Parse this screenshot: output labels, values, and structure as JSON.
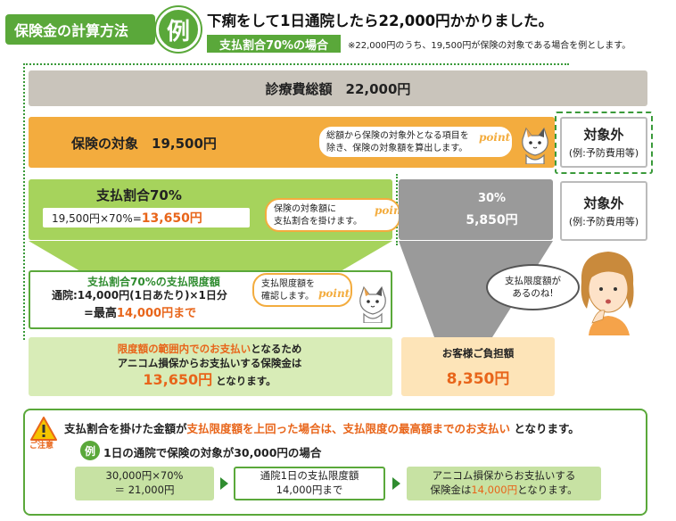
{
  "header": {
    "tab_label": "保険金の計算方法",
    "example_badge": "例",
    "title": "下痢をして1日通院したら22,000円かかりました。",
    "rate_tag": "支払割合70%の場合",
    "note": "※22,000円のうち、19,500円が保険の対象である場合を例とします。"
  },
  "total": {
    "label": "診療費総額　22,000円"
  },
  "covered": {
    "label": "保険の対象　19,500円",
    "bubble_line1": "総額から保険の対象外となる項目を",
    "bubble_line2": "除き、保険の対象額を算出します。",
    "point": "point"
  },
  "excluded": {
    "main": "対象外",
    "sub": "(例:予防費用等)"
  },
  "rate": {
    "label": "支払割合70%",
    "formula": "19,500円×70%=",
    "formula_result": "13,650円",
    "bubble_line1": "保険の対象額に",
    "bubble_line2": "支払割合を掛けます。",
    "point": "point"
  },
  "selfpay": {
    "percent": "30%",
    "amount": "5,850円"
  },
  "limit": {
    "title": "支払割合70%の支払限度額",
    "line1": "通院:14,000円(1日あたり)×1日分",
    "line2_prefix": "=最高",
    "line2_amount": "14,000円まで",
    "bubble_line1": "支払限度額を",
    "bubble_line2": "確認します。",
    "point": "point"
  },
  "speech": {
    "line1": "支払限度額が",
    "line2": "あるのね!"
  },
  "result": {
    "line1_highlight": "限度額の範囲内でのお支払い",
    "line1_rest": "となるため",
    "line2": "アニコム損保からお支払いする保険金は",
    "amount": "13,650円",
    "line3_rest": "となります。"
  },
  "payer": {
    "label": "お客様ご負担額",
    "amount": "8,350円"
  },
  "caution": {
    "icon_label": "ご注意",
    "text_a": "支払割合を掛けた金額が",
    "text_b": "支払限度額を上回った場合は、支払限度の最高額までのお支払い",
    "text_c": "となります。",
    "case_badge": "例",
    "case_title": "1日の通院で保険の対象が30,000円の場合",
    "step1_line1": "30,000円×70%",
    "step1_line2": "＝ 21,000円",
    "step2_line1": "通院1日の支払限度額",
    "step2_line2": "14,000円まで",
    "step3_line1": "アニコム損保からお支払いする",
    "step3_prefix": "保険金は",
    "step3_amount": "14,000円",
    "step3_suffix": "となります。"
  },
  "colors": {
    "green": "#5aa83a",
    "orange_bar": "#f3ac3e",
    "light_green_bar": "#a6d35c",
    "gray_total": "#c9c4bb",
    "gray_selfpay": "#9a9a9a",
    "highlight_orange": "#e8651a"
  }
}
